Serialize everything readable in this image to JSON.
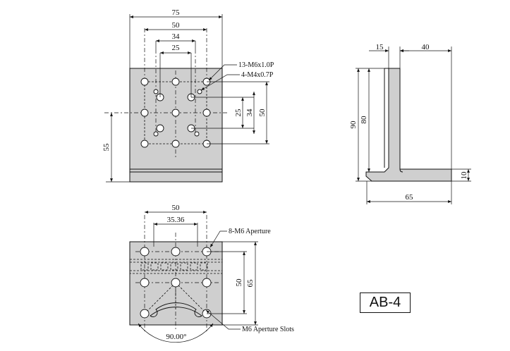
{
  "model": "AB-4",
  "top_view": {
    "dims": {
      "width_75": "75",
      "width_50": "50",
      "width_34": "34",
      "width_25": "25",
      "height_25": "25",
      "height_34": "34",
      "height_50": "50",
      "height_55": "55"
    },
    "callouts": {
      "taps_m6": "13-M6x1.0P",
      "taps_m4": "4-M4x0.7P"
    }
  },
  "side_view": {
    "dims": {
      "thickness_15": "15",
      "width_40": "40",
      "height_90": "90",
      "height_80": "80",
      "base_10": "10",
      "length_65": "65"
    }
  },
  "bottom_view": {
    "dims": {
      "width_50": "50",
      "width_35_36": "35.36",
      "height_50": "50",
      "height_65": "65",
      "angle": "90.00°"
    },
    "callouts": {
      "aperture": "8-M6 Aperture",
      "slots": "M6 Aperture Slots"
    }
  }
}
